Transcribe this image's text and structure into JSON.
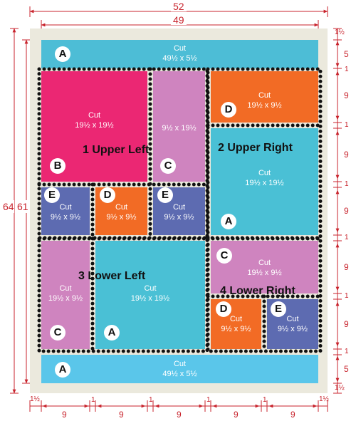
{
  "colors": {
    "background": "#ebe9dd",
    "stripe_top": "#4dbdd6",
    "stripe_bottom": "#5ac6ea",
    "magenta": "#eb2773",
    "pink": "#cf84bf",
    "orange": "#f26b25",
    "teal": "#4ac0d5",
    "periwinkle": "#5d6bb1",
    "dimension": "#c8232c",
    "dots": "#111111"
  },
  "dimensions": {
    "outer_width": "52",
    "inner_width": "49",
    "outer_height": "64",
    "inner_height": "61",
    "right": [
      "1½",
      "5",
      "1",
      "9",
      "1",
      "9",
      "1",
      "9",
      "1",
      "9",
      "1",
      "9",
      "1",
      "5",
      "1½"
    ],
    "bottom": [
      "1½",
      "9",
      "1",
      "9",
      "1",
      "9",
      "1",
      "9",
      "1",
      "9",
      "1½"
    ]
  },
  "pieces": [
    {
      "letter": "A",
      "cut": "Cut",
      "size": "49½ x 5½",
      "color": "stripe_top"
    },
    {
      "letter": "B",
      "cut": "Cut",
      "size": "19½ x 19½",
      "color": "magenta"
    },
    {
      "letter": "C",
      "cut": "",
      "size": "9½ x 19½",
      "color": "pink"
    },
    {
      "letter": "E",
      "cut": "Cut",
      "size": "9½ x 9½",
      "color": "periwinkle"
    },
    {
      "letter": "D",
      "cut": "Cut",
      "size": "9½ x 9½",
      "color": "orange"
    },
    {
      "letter": "E",
      "cut": "Cut",
      "size": "9½ x 9½",
      "color": "periwinkle"
    },
    {
      "letter": "D",
      "cut": "Cut",
      "size": "19½ x 9½",
      "color": "orange"
    },
    {
      "letter": "A",
      "cut": "Cut",
      "size": "19½ x 19½",
      "color": "teal"
    },
    {
      "letter": "C",
      "cut": "Cut",
      "size": "19½ x 9½",
      "color": "pink"
    },
    {
      "letter": "A",
      "cut": "Cut",
      "size": "19½ x 19½",
      "color": "teal"
    },
    {
      "letter": "C",
      "cut": "Cut",
      "size": "19½ x 9½",
      "color": "pink"
    },
    {
      "letter": "D",
      "cut": "Cut",
      "size": "9½ x 9½",
      "color": "orange"
    },
    {
      "letter": "E",
      "cut": "Cut",
      "size": "9½ x 9½",
      "color": "periwinkle"
    },
    {
      "letter": "A",
      "cut": "Cut",
      "size": "49½ x 5½",
      "color": "stripe_bottom"
    }
  ],
  "quadrants": [
    "1 Upper Left",
    "2 Upper Right",
    "3 Lower Left",
    "4 Lower Right"
  ]
}
